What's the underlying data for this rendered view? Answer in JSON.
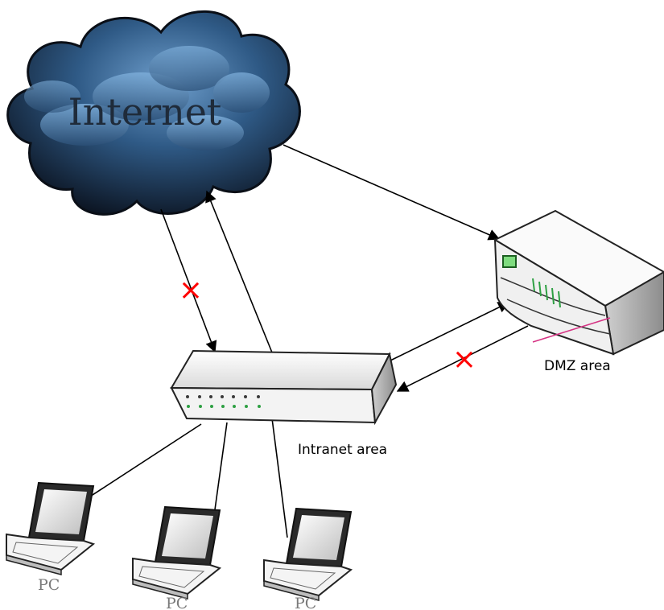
{
  "diagram": {
    "internet_label": "Internet",
    "dmz_label": "DMZ area",
    "intranet_label": "Intranet area",
    "pc_labels": [
      "PC",
      "PC",
      "PC"
    ],
    "blocked_mark": "×",
    "colors": {
      "cloud_dark": "#0d1724",
      "cloud_mid": "#2c5079",
      "cloud_light": "#5b8dbb",
      "arrow": "#000000",
      "blocked": "#ff0000",
      "device_body": "#f2f2f2",
      "device_shadow": "#8a8a8a",
      "dmz_led": "#2ea043",
      "dmz_stripe": "#d63384"
    }
  }
}
